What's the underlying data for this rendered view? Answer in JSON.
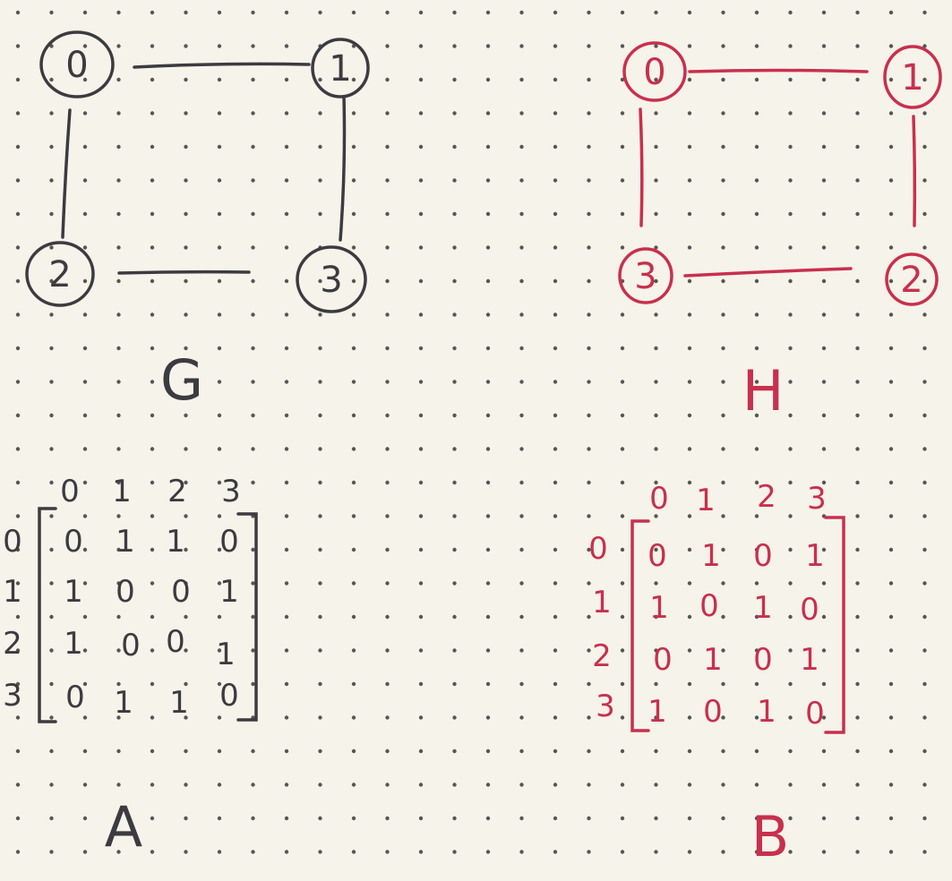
{
  "colors": {
    "paper": "#f6f3ea",
    "dots": "#3a3a3a",
    "ink_g": "#3b3b40",
    "ink_h": "#c8304d"
  },
  "graph_g": {
    "caption": "G",
    "nodes": [
      "0",
      "1",
      "2",
      "3"
    ],
    "edges": [
      [
        "0",
        "1"
      ],
      [
        "0",
        "2"
      ],
      [
        "1",
        "3"
      ],
      [
        "2",
        "3"
      ]
    ]
  },
  "graph_h": {
    "caption": "H",
    "nodes": [
      "0",
      "1",
      "3",
      "2"
    ],
    "edges": [
      [
        "0",
        "1"
      ],
      [
        "0",
        "3"
      ],
      [
        "1",
        "2"
      ],
      [
        "3",
        "2"
      ]
    ]
  },
  "matrix_a": {
    "caption": "A",
    "col_headers": [
      "0",
      "1",
      "2",
      "3"
    ],
    "row_headers": [
      "0",
      "1",
      "2",
      "3"
    ],
    "rows": [
      [
        "0",
        "1",
        "1",
        "0"
      ],
      [
        "1",
        "0",
        "0",
        "1"
      ],
      [
        "1",
        "0",
        "0",
        "1"
      ],
      [
        "0",
        "1",
        "1",
        "0"
      ]
    ]
  },
  "matrix_b": {
    "caption": "B",
    "col_headers": [
      "0",
      "1",
      "2",
      "3"
    ],
    "row_headers": [
      "0",
      "1",
      "2",
      "3"
    ],
    "rows": [
      [
        "0",
        "1",
        "0",
        "1"
      ],
      [
        "1",
        "0",
        "1",
        "0"
      ],
      [
        "0",
        "1",
        "0",
        "1"
      ],
      [
        "1",
        "0",
        "1",
        "0"
      ]
    ]
  }
}
